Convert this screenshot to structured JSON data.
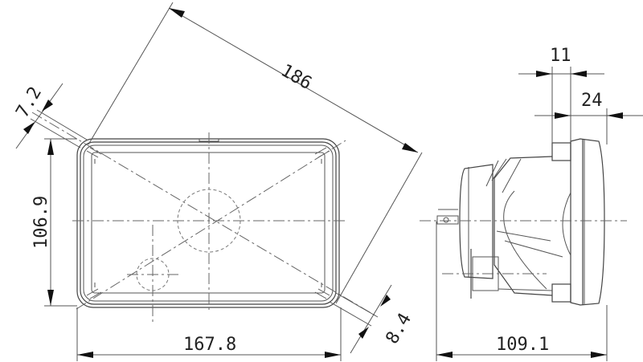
{
  "drawing": {
    "title": "Rectangular headlamp dimension drawing",
    "views": [
      "front-view",
      "side-view"
    ],
    "line_color": "#444444",
    "text_color": "#222222"
  },
  "dimensions": {
    "diagonal": "186",
    "corner_top_left": "7.2",
    "corner_bottom_right": "8.4",
    "height": "106.9",
    "width": "167.8",
    "flange_thickness": "11",
    "lens_depth": "24",
    "overall_depth": "109.1"
  }
}
